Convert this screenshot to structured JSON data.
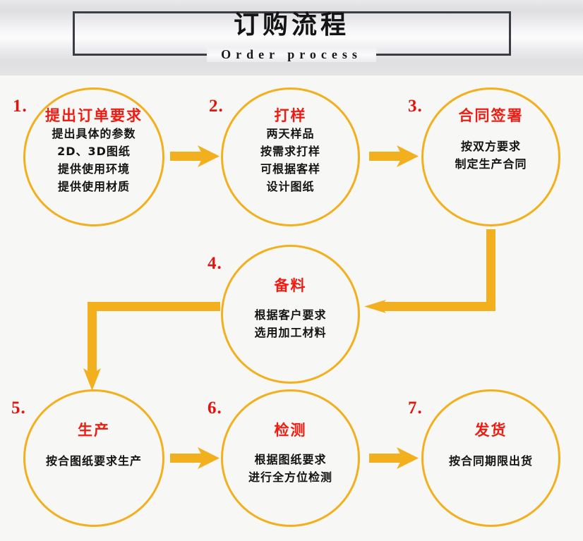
{
  "header": {
    "title_cn": "订购流程",
    "subtitle_en": "Order process",
    "box_border_color": "#3a3d42",
    "band_background": "#e9e9eb"
  },
  "theme": {
    "accent_orange": "#F2B01E",
    "title_red": "#ee1c12",
    "index_red": "#e3140c",
    "body_black": "#131313",
    "canvas_background": "#f7f7f5"
  },
  "flow": {
    "nodes": [
      {
        "index": "1.",
        "title": "提出订单要求",
        "lines": [
          "提出具体的参数",
          "2D、3D图纸",
          "提供使用环境",
          "提供使用材质"
        ]
      },
      {
        "index": "2.",
        "title": "打样",
        "lines": [
          "两天样品",
          "按需求打样",
          "可根据客样",
          "设计图纸"
        ]
      },
      {
        "index": "3.",
        "title": "合同签署",
        "lines": [
          "按双方要求",
          "制定生产合同"
        ]
      },
      {
        "index": "4.",
        "title": "备料",
        "lines": [
          "根据客户要求",
          "选用加工材料"
        ]
      },
      {
        "index": "5.",
        "title": "生产",
        "lines": [
          "按合图纸要求生产"
        ]
      },
      {
        "index": "6.",
        "title": "检测",
        "lines": [
          "根据图纸要求",
          "进行全方位检测"
        ]
      },
      {
        "index": "7.",
        "title": "发货",
        "lines": [
          "按合同期限出货"
        ]
      }
    ],
    "connectors": [
      {
        "name": "arrow-1-to-2",
        "shape": "straight-right"
      },
      {
        "name": "arrow-2-to-3",
        "shape": "straight-right"
      },
      {
        "name": "arrow-3-to-4",
        "shape": "elbow-down-left"
      },
      {
        "name": "arrow-4-to-5",
        "shape": "elbow-left-down"
      },
      {
        "name": "arrow-5-to-6",
        "shape": "straight-right"
      },
      {
        "name": "arrow-6-to-7",
        "shape": "straight-right"
      }
    ]
  }
}
